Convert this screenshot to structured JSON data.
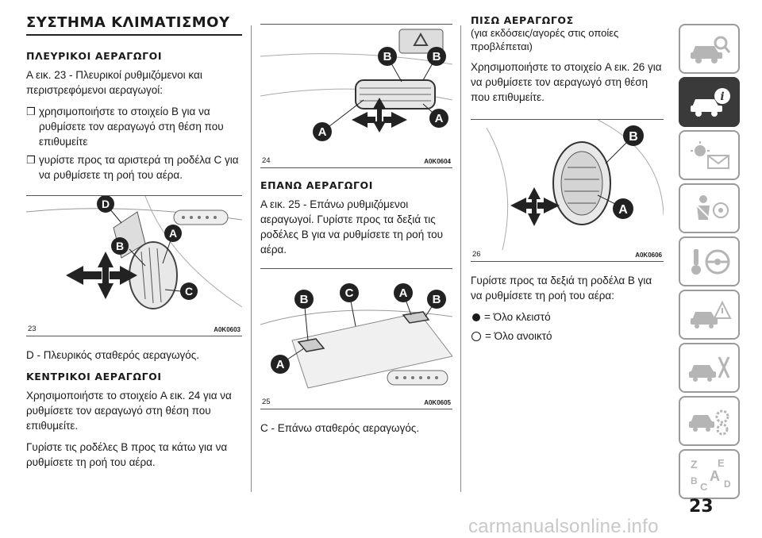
{
  "page": {
    "title": "ΣΥΣΤΗΜΑ ΚΛΙΜΑΤΙΣΜΟΥ",
    "number": "23",
    "watermark": "carmanualsonline.info"
  },
  "col1": {
    "side_title": "ΠΛΕΥΡΙΚΟΙ ΑΕΡΑΓΩΓΟΙ",
    "side_text": "A εικ. 23 - Πλευρικοί ρυθμιζόμενοι και περιστρεφόμενοι αεραγωγοί:",
    "bullet_glyph": "❒",
    "bullets": [
      "χρησιμοποιήστε το στοιχείο B για να ρυθμίσετε τον αεραγωγό στη θέση που επιθυμείτε",
      "γυρίστε προς τα αριστερά τη ροδέλα C για να ρυθμίσετε τη ροή του αέρα."
    ],
    "fig": {
      "num": "23",
      "code": "A0K0603",
      "labels": [
        "D",
        "B",
        "A",
        "C"
      ]
    },
    "after_fig": "D - Πλευρικός σταθερός αεραγωγός.",
    "center_title": "ΚΕΝΤΡΙΚΟΙ ΑΕΡΑΓΩΓΟΙ",
    "center_p1": "Χρησιμοποιήστε το στοιχείο A εικ. 24 για να ρυθμίσετε τον αεραγωγό στη θέση που επιθυμείτε.",
    "center_p2": "Γυρίστε τις ροδέλες B προς τα κάτω για να ρυθμίσετε τη ροή του αέρα."
  },
  "col2": {
    "fig1": {
      "num": "24",
      "code": "A0K0604",
      "labels": [
        "B",
        "B",
        "A",
        "A"
      ]
    },
    "upper_title": "ΕΠΑΝΩ ΑΕΡΑΓΩΓΟΙ",
    "upper_text": "A εικ. 25 - Επάνω ρυθμιζόμενοι αεραγωγοί. Γυρίστε προς τα δεξιά τις ροδέλες B για να ρυθμίσετε τη ροή του αέρα.",
    "fig2": {
      "num": "25",
      "code": "A0K0605",
      "labels": [
        "B",
        "C",
        "A",
        "B",
        "A"
      ]
    },
    "after_fig": "C - Επάνω σταθερός αεραγωγός."
  },
  "col3": {
    "rear_title": "ΠΙΣΩ ΑΕΡΑΓΩΓΟΣ",
    "rear_sub": "(για εκδόσεις/αγορές στις οποίες προβλέπεται)",
    "rear_text": "Χρησιμοποιήστε το στοιχείο A εικ. 26 για να ρυθμίσετε τον αεραγωγό στη θέση που επιθυμείτε.",
    "fig": {
      "num": "26",
      "code": "A0K0606",
      "labels": [
        "B",
        "A"
      ]
    },
    "after_fig": "Γυρίστε προς τα δεξιά τη ροδέλα B για να ρυθμίσετε τη ροή του αέρα:",
    "closed_label": "= Όλο κλειστό",
    "open_label": "= Όλο ανοικτό"
  },
  "sidebar": {
    "tabs": [
      {
        "icon": "car-search-icon",
        "active": false
      },
      {
        "icon": "car-info-icon",
        "active": true
      },
      {
        "icon": "warning-lights-message-icon",
        "active": false
      },
      {
        "icon": "airbag-safety-icon",
        "active": false
      },
      {
        "icon": "key-steering-wheel-icon",
        "active": false
      },
      {
        "icon": "roadside-warning-triangle-icon",
        "active": false
      },
      {
        "icon": "car-maintenance-tools-icon",
        "active": false
      },
      {
        "icon": "technical-data-gears-icon",
        "active": false
      },
      {
        "icon": "alphabetical-index-icon",
        "active": false
      }
    ]
  },
  "colors": {
    "text": "#1a1a1a",
    "rule": "#8a8a8a",
    "active_tab": "#3a3a3a",
    "tab_border": "#9a9a9a"
  }
}
